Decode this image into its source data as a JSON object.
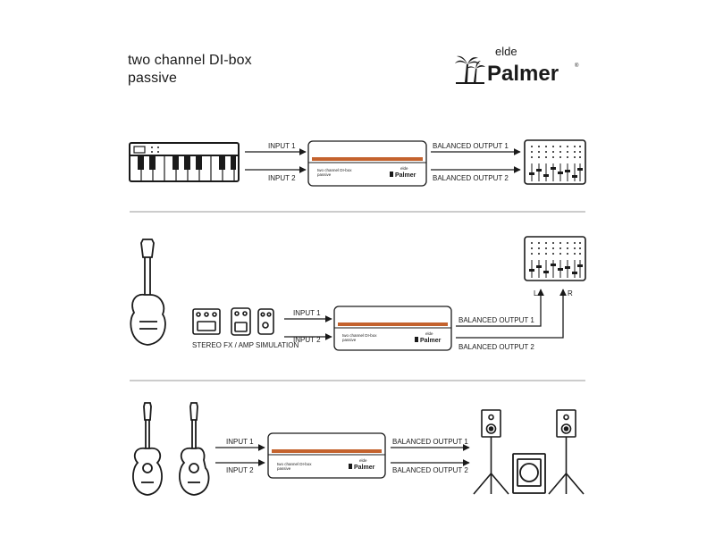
{
  "title": {
    "line1": "two channel DI-box",
    "line2": "passive"
  },
  "logo": {
    "top": "elde",
    "main": "Palmer",
    "mark": "®"
  },
  "device": {
    "line1": "two channel DI-box",
    "line2": "passive",
    "brand_top": "elde",
    "brand": "Palmer"
  },
  "accent_color": "#c4622d",
  "row1": {
    "input1": "INPUT 1",
    "input2": "INPUT 2",
    "output1": "BALANCED OUTPUT 1",
    "output2": "BALANCED OUTPUT 2"
  },
  "row2": {
    "input1": "INPUT 1",
    "input2": "INPUT 2",
    "output1": "BALANCED OUTPUT 1",
    "output2": "BALANCED OUTPUT 2",
    "pedals_caption": "STEREO FX / AMP SIMULATION",
    "left": "L",
    "right": "R"
  },
  "row3": {
    "input1": "INPUT 1",
    "input2": "INPUT 2",
    "output1": "BALANCED OUTPUT 1",
    "output2": "BALANCED OUTPUT 2"
  }
}
